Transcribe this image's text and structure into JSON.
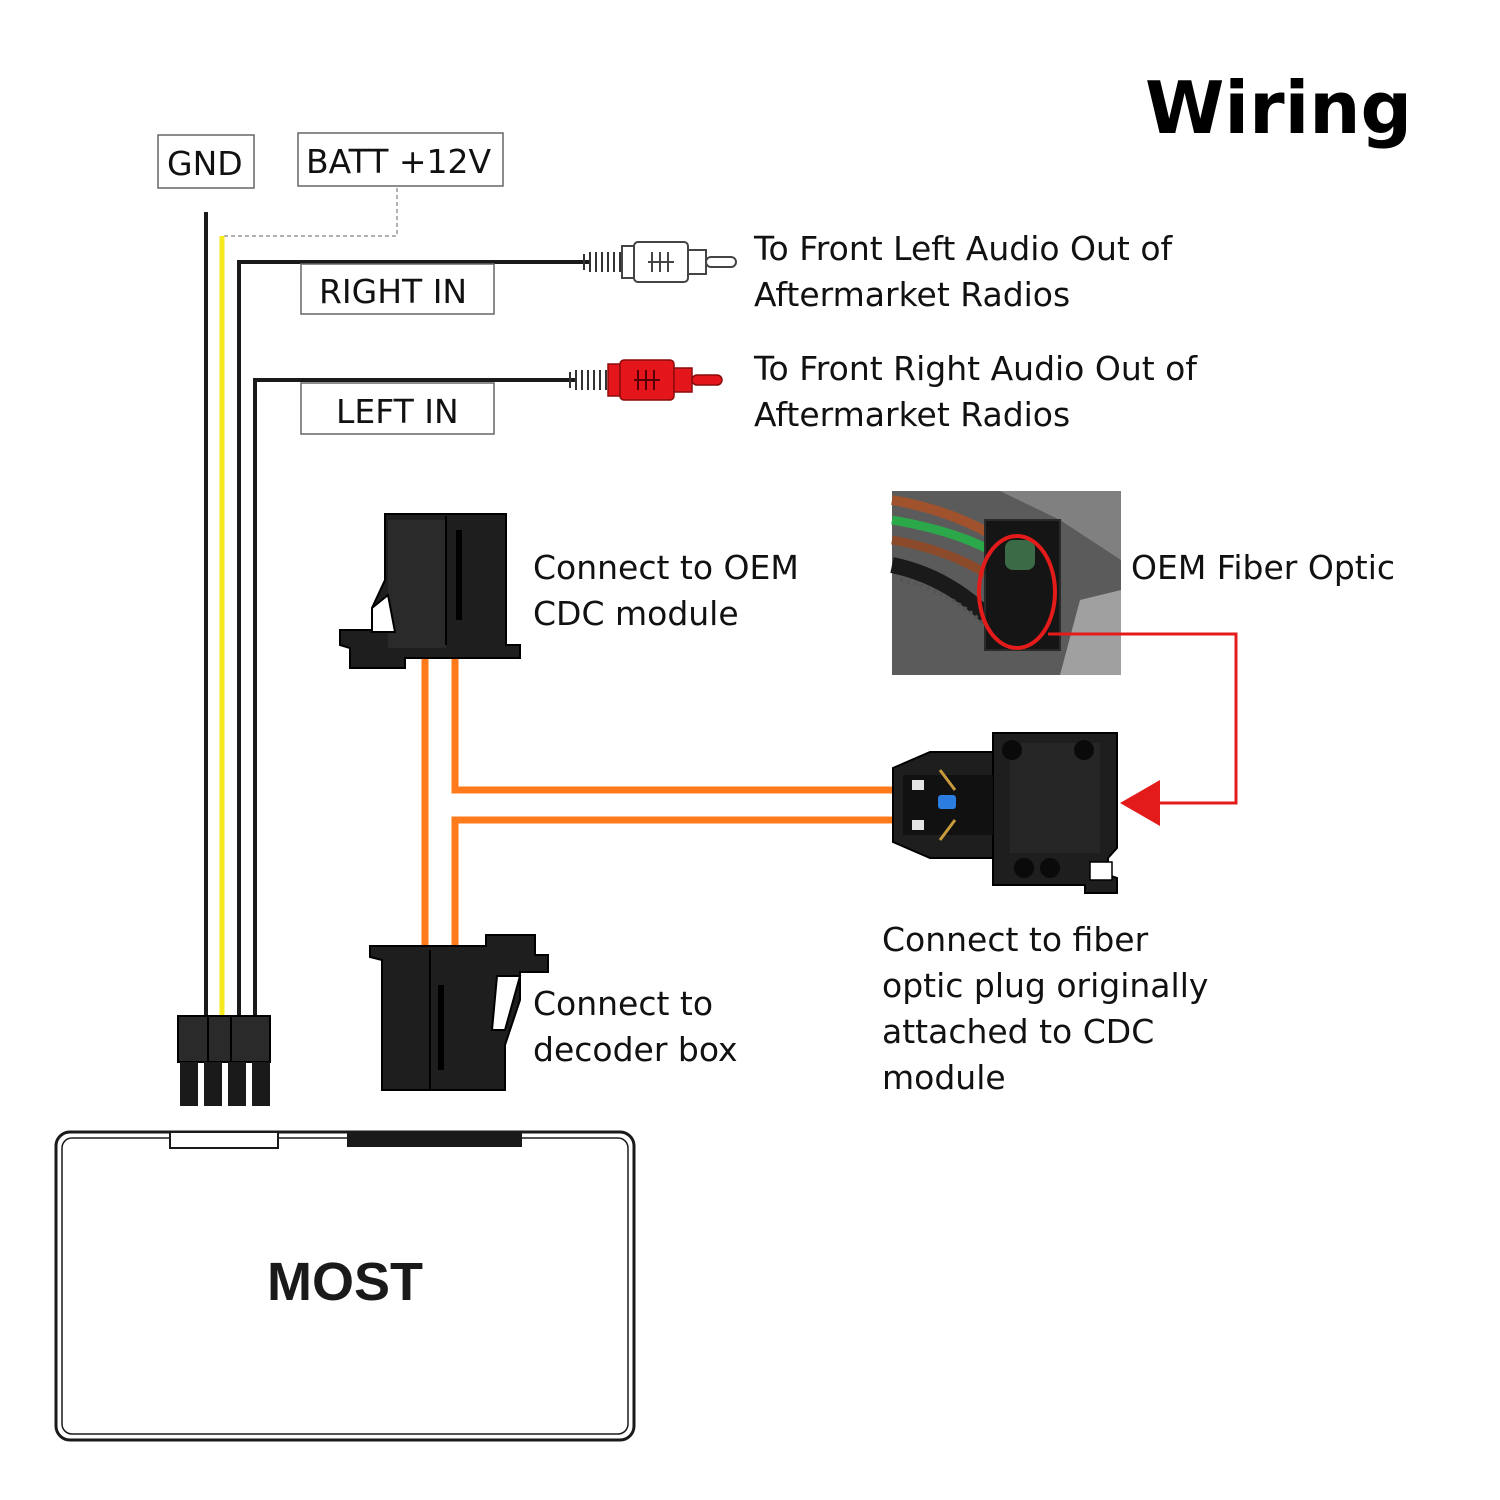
{
  "title": "Wiring",
  "labels": {
    "gnd": "GND",
    "batt": "BATT +12V",
    "right_in": "RIGHT IN",
    "left_in": "LEFT IN",
    "most": "MOST",
    "oem_fiber_optic": "OEM Fiber Optic"
  },
  "notes": {
    "front_left": [
      "To Front Left Audio Out of",
      "Aftermarket Radios"
    ],
    "front_right": [
      "To Front Right Audio Out of",
      "Aftermarket Radios"
    ],
    "oem_cdc": [
      "Connect to OEM",
      "CDC module"
    ],
    "decoder": [
      "Connect to",
      "decoder box"
    ],
    "fiber_plug": [
      "Connect to fiber",
      "optic plug originally",
      "attached to CDC",
      "module"
    ]
  },
  "colors": {
    "ground_wire": "#1a1a1a",
    "power_wire": "#f5ea1e",
    "fiber_cable": "#ff7a1a",
    "rca_left_plug": "#ffffff",
    "rca_right_plug": "#e4161b",
    "callout_arrow": "#e31b1b"
  }
}
